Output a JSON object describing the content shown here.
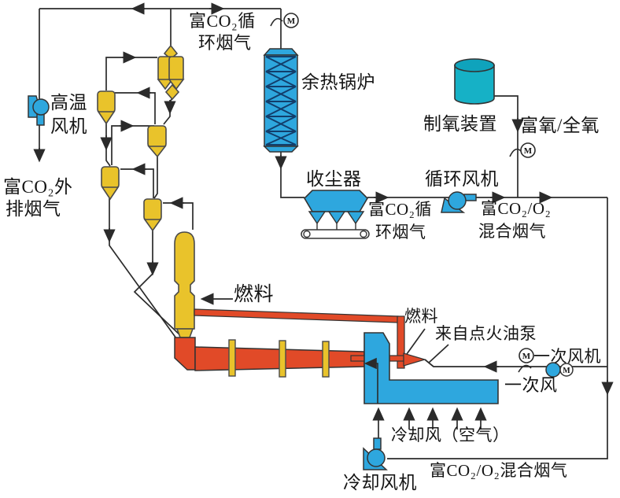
{
  "labels": {
    "motor": "M",
    "top_circulating_gas_line1": "富CO₂循",
    "top_circulating_gas_line2": "环烟气",
    "waste_heat_boiler": "余热锅炉",
    "oxygen_plant": "制氧装置",
    "oxygen_supply": "富氧/全氧",
    "high_temp_fan_line1": "高温",
    "high_temp_fan_line2": "风机",
    "exhaust_gas_line1": "富CO₂外",
    "exhaust_gas_line2": "排烟气",
    "dust_collector": "收尘器",
    "circulation_fan": "循环风机",
    "mid_circulating_gas_line1": "富CO₂循",
    "mid_circulating_gas_line2": "环烟气",
    "mixed_gas_line1": "富CO₂/O₂",
    "mixed_gas_line2": "混合烟气",
    "fuel_calciner": "燃料",
    "fuel_kiln": "燃料",
    "ignition_oil_pump": "来自点火油泵",
    "primary_air_fan": "一次风机",
    "primary_air": "一次风",
    "cooling_air": "冷却风（空气）",
    "cooling_fan": "冷却风机",
    "bottom_mixed_gas": "富CO₂/O₂混合烟气"
  },
  "colors": {
    "equipment_blue": "#2EA7DE",
    "tank_teal": "#16B1C6",
    "cyclone_yellow": "#E9C32B",
    "kiln_red": "#E14A28",
    "lattice_navy": "#123E6B",
    "flow_line": "#2B2B2B",
    "text": "#141414"
  }
}
